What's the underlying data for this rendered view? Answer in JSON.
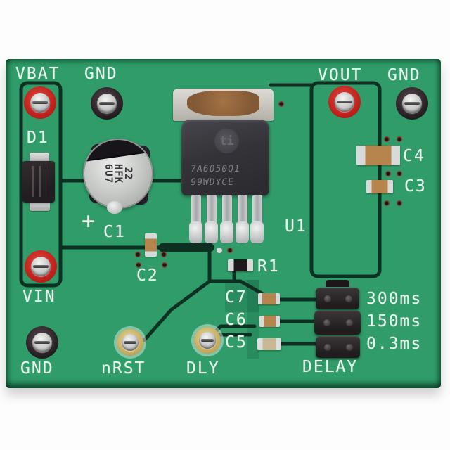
{
  "photo": {
    "description": "Evaluation board PCB photo",
    "background_color": "#fdfdfd"
  },
  "colors": {
    "board_green": "#2f9c69",
    "trace_dark_green": "#0d2b1f",
    "silkscreen_white": "#e9f4ed",
    "terminal_red": "#c42420",
    "terminal_black": "#241f22",
    "terminal_yellow": "#c9b061"
  },
  "terminals": {
    "vbat": "VBAT",
    "gnd_top_left": "GND",
    "vout": "VOUT",
    "gnd_top_right": "GND",
    "vin": "VIN",
    "gnd_bottom_left": "GND",
    "nrst": "nRST",
    "dly": "DLY"
  },
  "silkscreen": {
    "d1": "D1",
    "c1": "C1",
    "c1_plus": "+",
    "c2": "C2",
    "c3": "C3",
    "c4": "C4",
    "c5": "C5",
    "c6": "C6",
    "c7": "C7",
    "r1": "R1",
    "u1": "U1",
    "delay": "DELAY"
  },
  "delay_header": {
    "label": "DELAY",
    "options": [
      "300ms",
      "150ms",
      "0.3ms"
    ]
  },
  "markings": {
    "c1_lines": [
      "22",
      "HFK",
      "6U7"
    ],
    "u1_logo": "ti",
    "u1_line1": "7A6050Q1",
    "u1_line2": "99WDYCE"
  }
}
